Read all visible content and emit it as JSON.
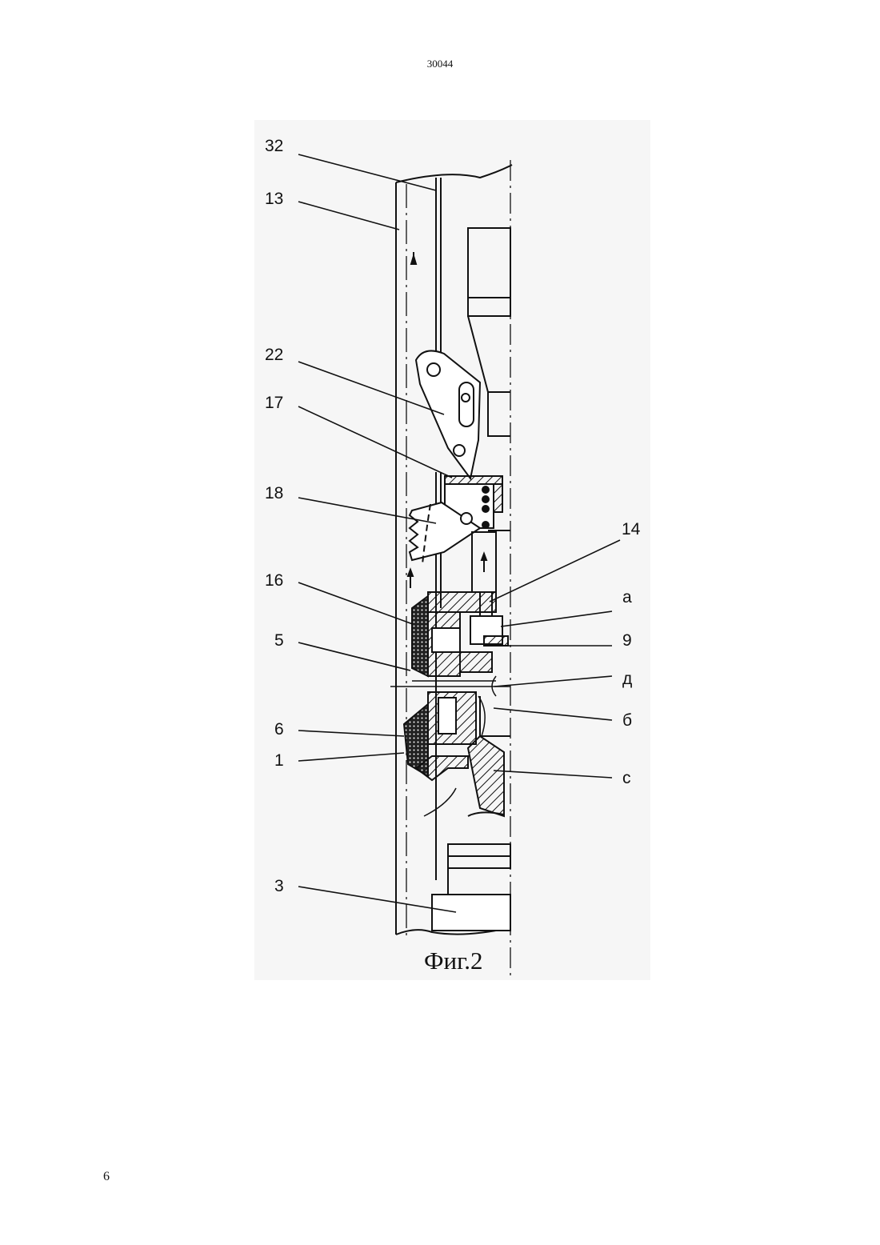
{
  "header": {
    "doc_number": "30044"
  },
  "footer": {
    "page_number": "6"
  },
  "figure": {
    "caption": "Фиг.2",
    "labels": {
      "l32": "32",
      "l13": "13",
      "l22": "22",
      "l17": "17",
      "l18": "18",
      "l14": "14",
      "l16": "16",
      "la": "а",
      "l5": "5",
      "l9": "9",
      "ld": "д",
      "lb": "б",
      "l6": "6",
      "l1": "1",
      "lc": "с",
      "l3": "3"
    }
  }
}
